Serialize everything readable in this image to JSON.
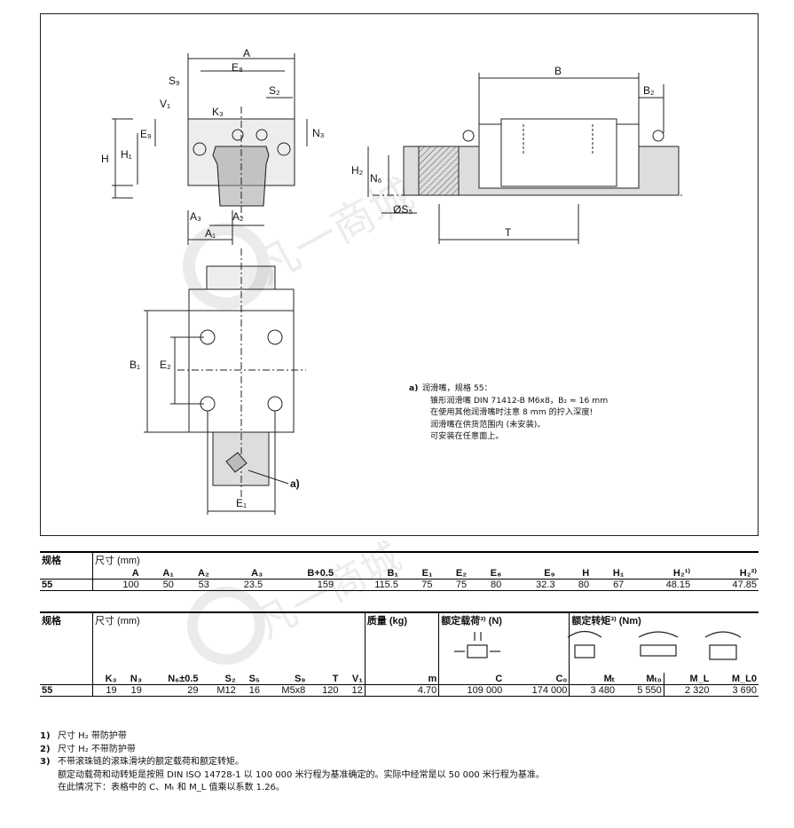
{
  "note": {
    "key": "a)",
    "title": "润滑嘴，规格 55：",
    "lines": [
      "锥形润滑嘴 DIN 71412-B M6x8，B₂ ≈ 16 mm",
      "在使用其他润滑嘴时注意 8 mm 的拧入深度!",
      "润滑嘴在供货范围内 (未安装)。",
      "可安装在任意面上。"
    ]
  },
  "drawing_labels": {
    "A": "A",
    "E8": "E₈",
    "S9": "S₉",
    "V1": "V₁",
    "K3": "K₃",
    "S2": "S₂",
    "N3": "N₃",
    "E9": "E₉",
    "H": "H",
    "H1": "H₁",
    "A3": "A₃",
    "A2": "A₂",
    "A1": "A₁",
    "B": "B",
    "B2": "B₂",
    "H2": "H₂",
    "N6": "N₆",
    "S5": "ØS₅",
    "T": "T",
    "B1": "B₁",
    "E2": "E₂",
    "E1": "E₁",
    "a": "a)"
  },
  "table1": {
    "col_size": "规格",
    "col_dims": "尺寸 (mm)",
    "headers": [
      "A",
      "A₁",
      "A₂",
      "A₃",
      "B+0.5",
      "B₁",
      "E₁",
      "E₂",
      "E₈",
      "E₉",
      "H",
      "H₁",
      "H₂¹⁾",
      "H₂²⁾"
    ],
    "row_label": "55",
    "values": [
      "100",
      "50",
      "53",
      "23.5",
      "159",
      "115.5",
      "75",
      "75",
      "80",
      "32.3",
      "80",
      "67",
      "48.15",
      "47.85"
    ]
  },
  "table2": {
    "col_size": "规格",
    "col_dims": "尺寸 (mm)",
    "col_mass": "质量 (kg)",
    "col_load": "额定载荷³⁾ (N)",
    "col_torque": "额定转矩³⁾ (Nm)",
    "headers": [
      "K₃",
      "N₃",
      "N₆±0.5",
      "S₂",
      "S₅",
      "S₉",
      "T",
      "V₁",
      "m",
      "C",
      "C₀",
      "Mₜ",
      "Mₜ₀",
      "M_L",
      "M_L0"
    ],
    "row_label": "55",
    "values": [
      "19",
      "19",
      "29",
      "M12",
      "16",
      "M5x8",
      "120",
      "12",
      "4.70",
      "109 000",
      "174 000",
      "3 480",
      "5 550",
      "2 320",
      "3 690"
    ]
  },
  "footnotes": [
    {
      "num": "1)",
      "text": "尺寸 H₂ 带防护带"
    },
    {
      "num": "2)",
      "text": "尺寸 H₂ 不带防护带"
    },
    {
      "num": "3)",
      "text": "不带滚珠链的滚珠滑块的额定载荷和额定转矩。"
    },
    {
      "num": "",
      "text": "额定动载荷和动转矩是按照 DIN ISO 14728-1 以 100 000 米行程为基准确定的。实际中经常是以 50 000 米行程为基准。"
    },
    {
      "num": "",
      "text": "在此情况下：表格中的 C、Mₜ 和 M_L 值乘以系数 1.26。"
    }
  ],
  "watermark": "凡一商城"
}
